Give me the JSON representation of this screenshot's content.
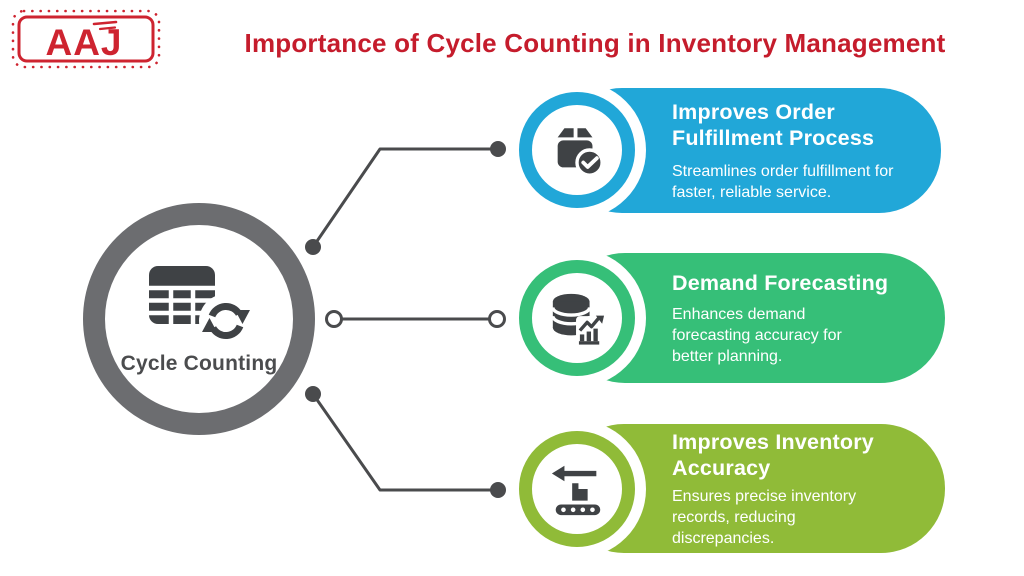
{
  "header": {
    "logo": {
      "text": "AAJ",
      "color": "#CE2430"
    },
    "title": "Importance of Cycle Counting in Inventory Management",
    "title_color": "#C51C2C"
  },
  "center_node": {
    "label": "Cycle Counting",
    "icon": "table-sync-icon",
    "ring_color": "#6C6D70"
  },
  "connectors": {
    "line_color": "#4A4B4D",
    "style": "elbow lines with end dots; middle connector has open circle endpoints"
  },
  "cards": [
    {
      "title": "Improves Order Fulfillment Process",
      "description": "Streamlines order fulfillment for faster, reliable service.",
      "color": "#21A7D8",
      "icon": "package-check-icon"
    },
    {
      "title": "Demand Forecasting",
      "description": "Enhances demand forecasting accuracy for better planning.",
      "color": "#36BF78",
      "icon": "database-chart-icon"
    },
    {
      "title": "Improves Inventory Accuracy",
      "description": "Ensures precise inventory records, reducing discrepancies.",
      "color": "#90BB38",
      "icon": "conveyor-return-icon"
    }
  ]
}
